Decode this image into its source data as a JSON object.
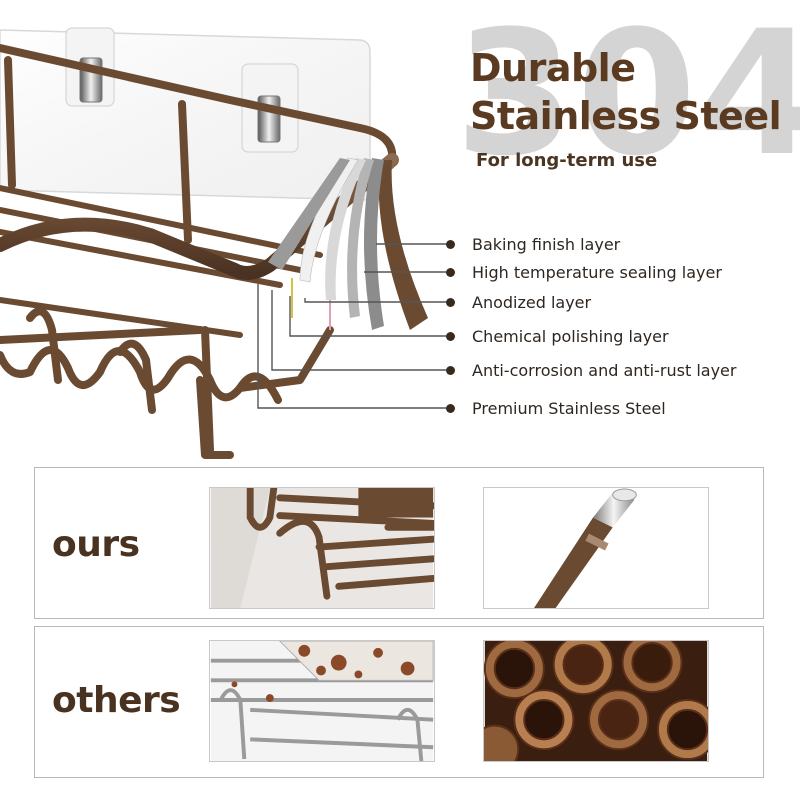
{
  "hero": {
    "background_number": "304",
    "headline_line1": "Durable",
    "headline_line2": "Stainless Steel",
    "subline": "For long-term use",
    "layers": [
      "Baking finish layer",
      "High temperature sealing layer",
      "Anodized layer",
      "Chemical polishing layer",
      "Anti-corrosion and anti-rust layer",
      "Premium Stainless Steel"
    ]
  },
  "comparison": {
    "ours_label": "ours",
    "others_label": "others"
  },
  "colors": {
    "bronze": "#6b4a32",
    "headline_brown": "#5a3a20",
    "rust": "#8a4a2a",
    "panel_border": "#b9b9b9"
  }
}
